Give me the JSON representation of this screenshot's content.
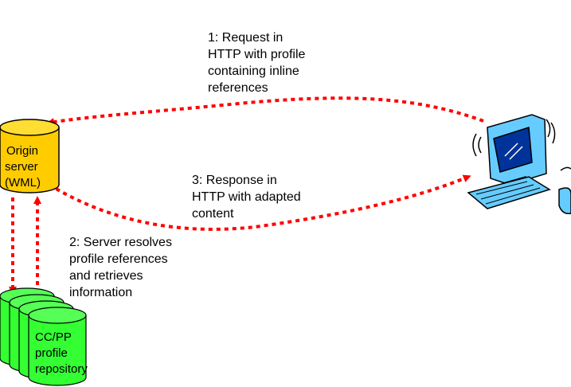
{
  "notes": {
    "step1": "1: Request in\nHTTP with profile\ncontaining inline\nreferences",
    "step2": "2: Server resolves\nprofile references\nand retrieves\ninformation",
    "step3": "3: Response in\nHTTP with adapted\ncontent"
  },
  "origin_server": {
    "line1": "Origin",
    "line2": "server",
    "line3": "(WML)"
  },
  "repository": {
    "line1": "CC/PP",
    "line2": "profile",
    "line3": "repository"
  },
  "colors": {
    "server_fill": "#FFCC00",
    "repository_fill": "#33FF33",
    "arrow": "#FF0000",
    "computer": "#66CCFF"
  },
  "icons": {
    "client": "computer-icon"
  }
}
